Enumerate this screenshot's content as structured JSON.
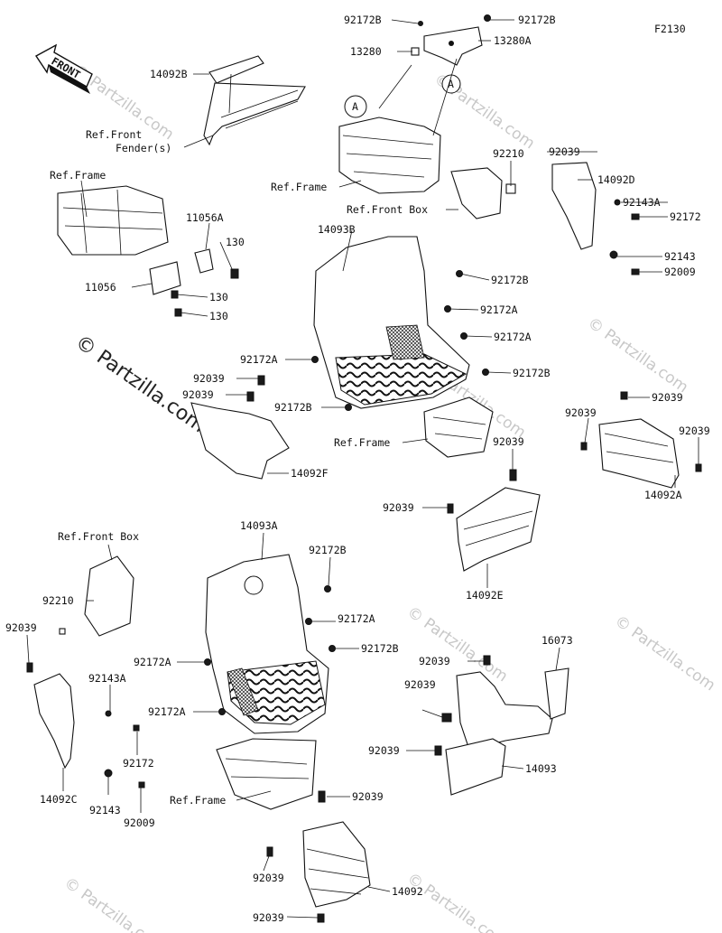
{
  "figure_code": "F2130",
  "front_arrow_label": "FRONT",
  "watermark": "© Partzilla.com",
  "callout_letter": "A",
  "labels": {
    "p92172B_top_a": "92172B",
    "p92172B_top_b": "92172B",
    "p13280": "13280",
    "p13280A": "13280A",
    "p14092B": "14092B",
    "ref_front_fender_1": "Ref.Front",
    "ref_front_fender_2": "Fender(s)",
    "ref_frame_top": "Ref.Frame",
    "ref_frame_left": "Ref.Frame",
    "p11056A": "11056A",
    "p130_a": "130",
    "p130_b": "130",
    "p130_c": "130",
    "p11056": "11056",
    "p92210_top": "92210",
    "p92039_top": "92039",
    "p14092D": "14092D",
    "ref_front_box_top": "Ref.Front Box",
    "p92143A_top": "92143A",
    "p92172_top": "92172",
    "p92143_top": "92143",
    "p92009_top": "92009",
    "p14093B": "14093B",
    "p92172B_mid_a": "92172B",
    "p92172A_mid_a": "92172A",
    "p92172A_mid_b": "92172A",
    "p92172A_mid_c": "92172A",
    "p92172B_mid_b": "92172B",
    "p92172B_mid_c": "92172B",
    "p92039_left_a": "92039",
    "p92039_left_b": "92039",
    "p14092F": "14092F",
    "ref_frame_mid": "Ref.Frame",
    "p92039_mid": "92039",
    "p92039_right_a": "92039",
    "p92039_right_b": "92039",
    "p92039_right_c": "92039",
    "p14092A": "14092A",
    "p92039_e": "92039",
    "p14092E": "14092E",
    "ref_front_box_low": "Ref.Front Box",
    "p92210_low": "92210",
    "p92039_low_left": "92039",
    "p92143A_low": "92143A",
    "p92172_low": "92172",
    "p14092C": "14092C",
    "p92143_low": "92143",
    "p92009_low": "92009",
    "p14093A": "14093A",
    "p92172B_low_a": "92172B",
    "p92172A_low_a": "92172A",
    "p92172B_low_b": "92172B",
    "p92172A_low_b": "92172A",
    "p92172A_low_c": "92172A",
    "ref_frame_low": "Ref.Frame",
    "p92039_low_mid": "92039",
    "p16073": "16073",
    "p92039_rl_a": "92039",
    "p92039_rl_b": "92039",
    "p92039_rl_c": "92039",
    "p14093": "14093",
    "p92039_bot_a": "92039",
    "p92039_bot_b": "92039",
    "p14092": "14092"
  }
}
